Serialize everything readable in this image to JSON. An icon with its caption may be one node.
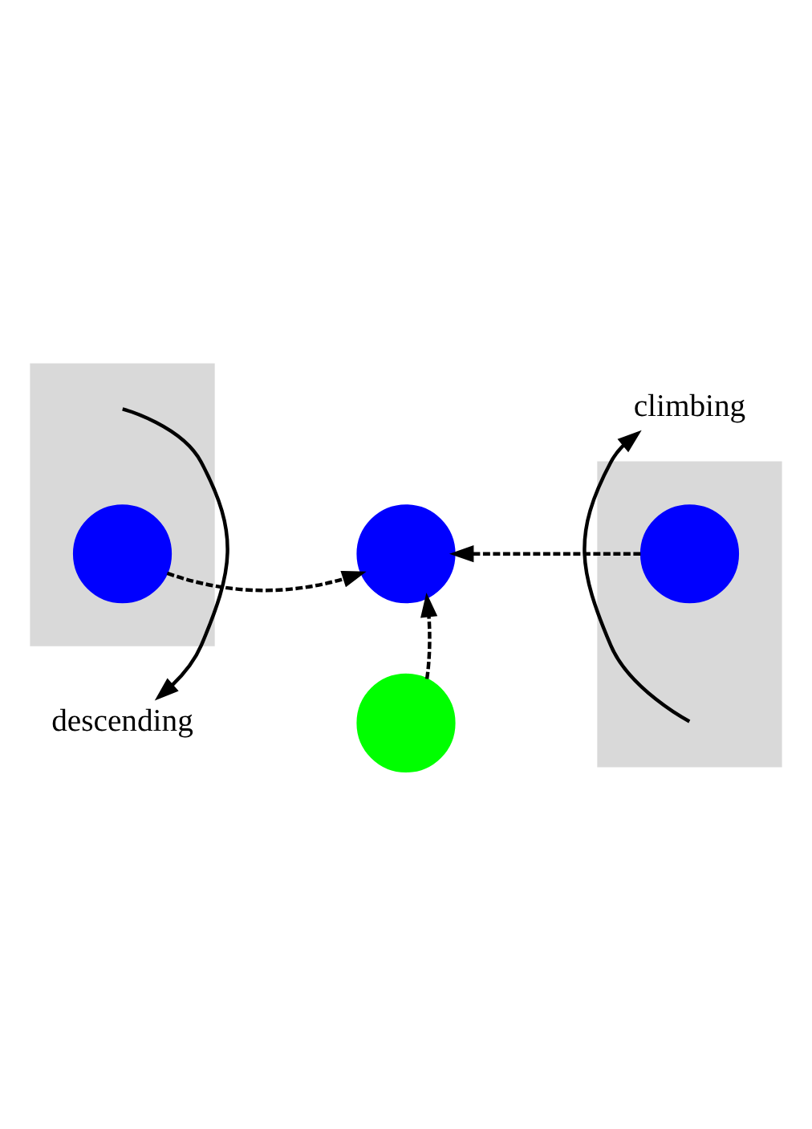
{
  "diagram": {
    "nodes": [
      {
        "text": [],
        "shape": "bar"
      },
      {
        "text": [],
        "shape": "circle",
        "in": 0
      },
      {
        "text": [],
        "shape": "circle"
      },
      {
        "text": [],
        "shape": "bar"
      },
      {
        "text": [],
        "shape": "circle",
        "in": 3
      },
      {
        "text": [],
        "shape": "circle"
      },
      {
        "text": [
          "descending"
        ]
      },
      {
        "text": [
          "climbing"
        ]
      }
    ],
    "edges": [
      {
        "from": null,
        "to": 6,
        "arrow": "to"
      },
      {
        "from": null,
        "to": 7,
        "arrow": "to"
      },
      {
        "from": 1,
        "to": 2,
        "arrow": "to",
        "style": "dashed"
      },
      {
        "from": 4,
        "to": 2,
        "arrow": "to",
        "style": "dashed"
      },
      {
        "from": 5,
        "to": 2,
        "arrow": "to",
        "style": "dashed"
      }
    ]
  }
}
